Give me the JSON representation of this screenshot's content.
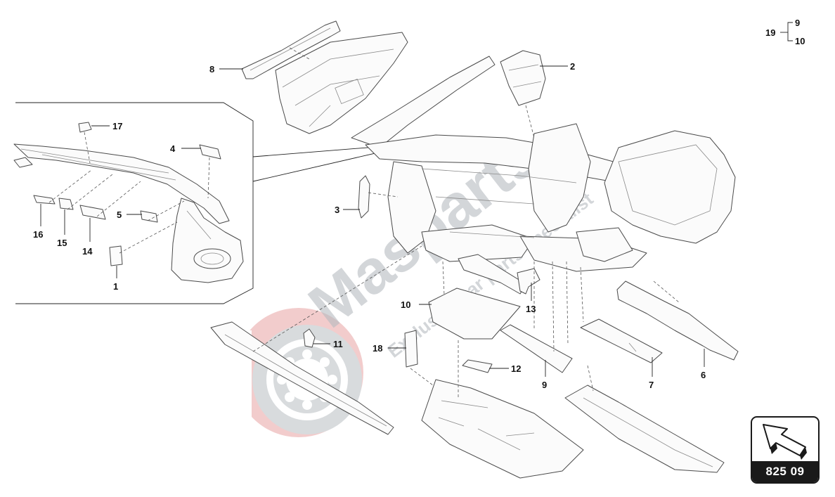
{
  "figure": {
    "ref_code": "825 09",
    "watermark": {
      "brand": "Masparts",
      "tagline": "Exclusive car parts specialist"
    },
    "group_callout": {
      "parent": "19",
      "children": [
        "9",
        "10"
      ]
    },
    "callouts": {
      "c1": "1",
      "c2": "2",
      "c3": "3",
      "c4": "4",
      "c5": "5",
      "c6": "6",
      "c7": "7",
      "c8": "8",
      "c9": "9",
      "c10": "10",
      "c11": "11",
      "c12": "12",
      "c13": "13",
      "c14": "14",
      "c15": "15",
      "c16": "16",
      "c17": "17",
      "c18": "18"
    }
  },
  "icons": {
    "ref_arrow": "arrow-icon"
  },
  "colors": {
    "watermark_red": "#e05a5a",
    "watermark_grey": "#9aa0a6",
    "line": "#4a4a4a",
    "badge": "#1a1a1a"
  }
}
